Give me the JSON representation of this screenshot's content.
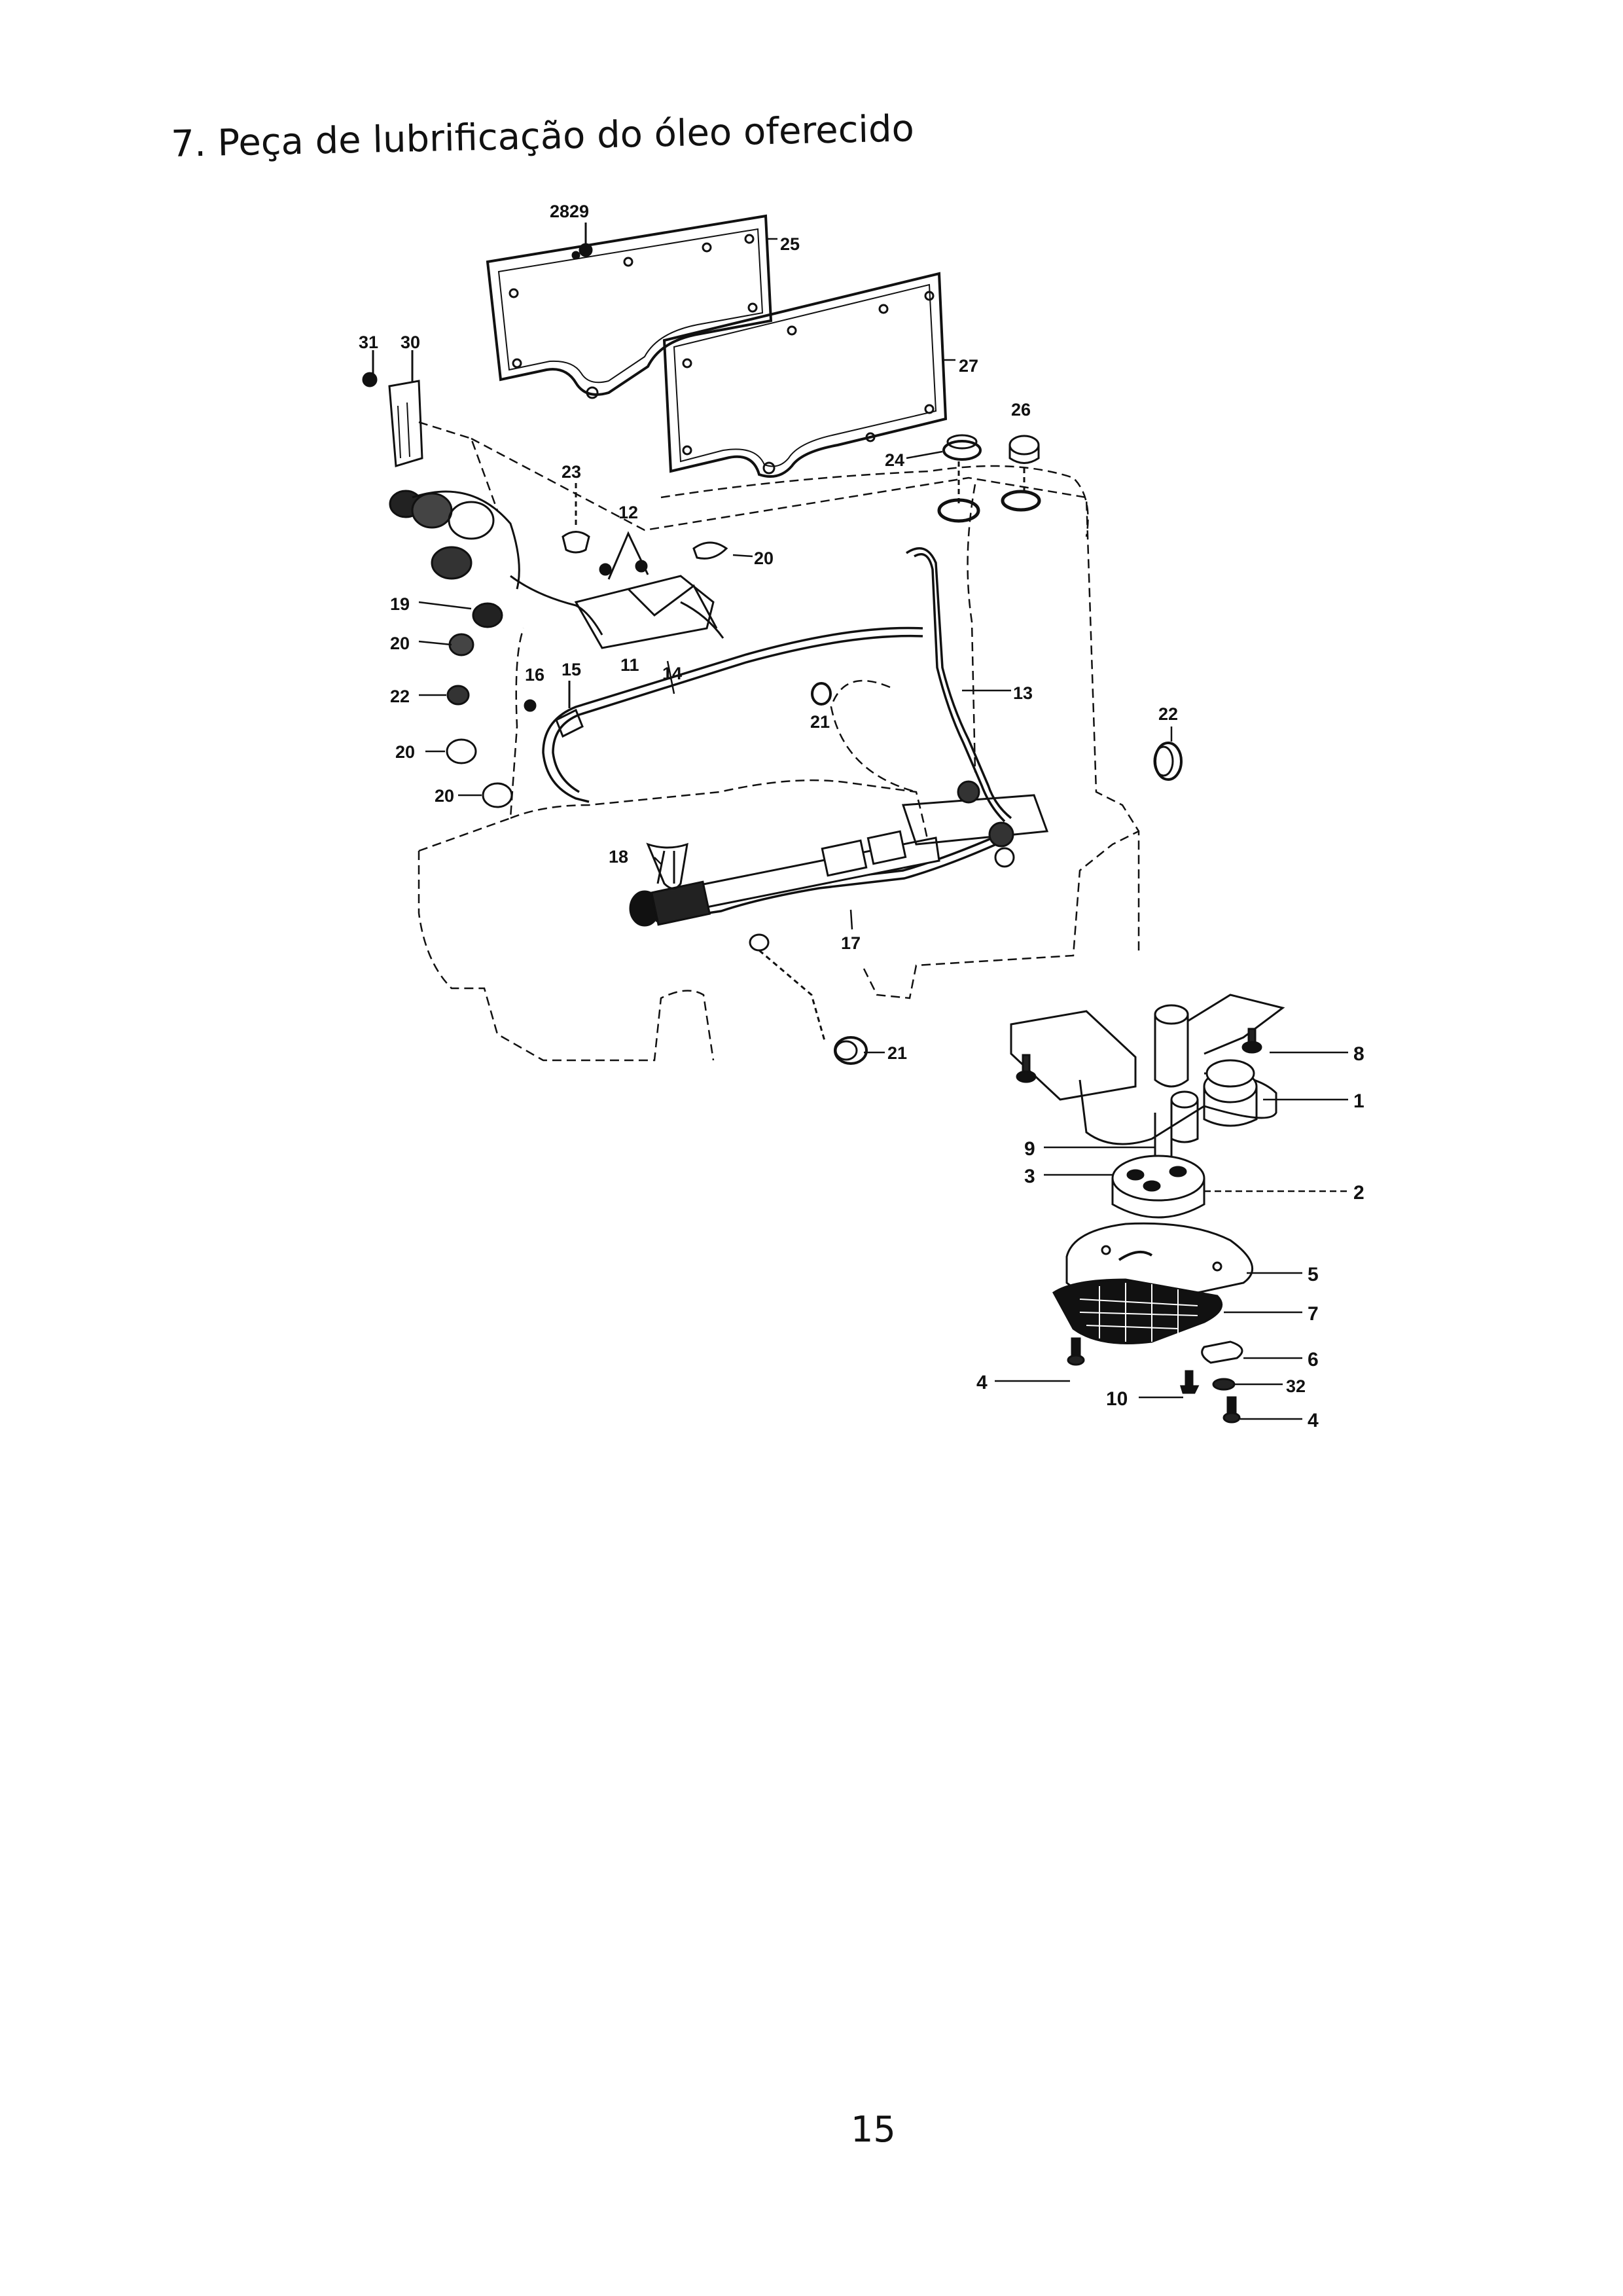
{
  "title": "7. Peça de lubrificação do óleo oferecido",
  "page_number": "15",
  "callouts": {
    "c2829": "2829",
    "c25": "25",
    "c27": "27",
    "c31": "31",
    "c30": "30",
    "c26": "26",
    "c24": "24",
    "c23": "23",
    "c12": "12",
    "c20a": "20",
    "c19": "19",
    "c20b": "20",
    "c22a": "22",
    "c16": "16",
    "c15": "15",
    "c11": "11",
    "c14": "14",
    "c13": "13",
    "c21a": "21",
    "c22b": "22",
    "c20c": "20",
    "c20d": "20",
    "c18": "18",
    "c17": "17",
    "c21b": "21",
    "c8": "8",
    "c1": "1",
    "c9": "9",
    "c3": "3",
    "c2": "2",
    "c5": "5",
    "c7": "7",
    "c6": "6",
    "c4a": "4",
    "c32": "32",
    "c10": "10",
    "c4b": "4"
  }
}
